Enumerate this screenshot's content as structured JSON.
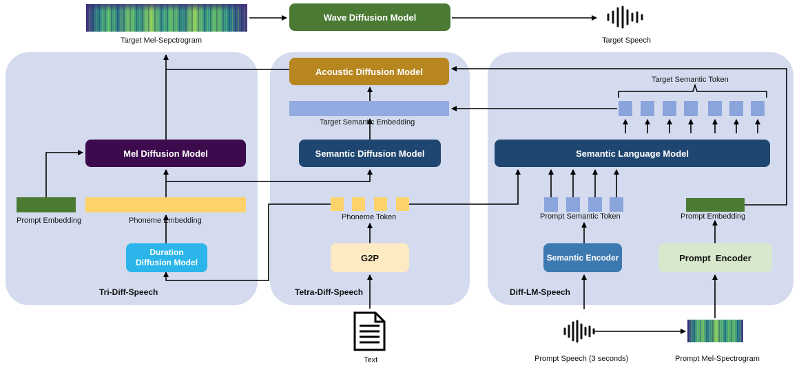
{
  "top": {
    "mel_label": "Target Mel-Sepctrogram",
    "wave_model": "Wave Diffusion Model",
    "speech_label": "Target Speech"
  },
  "tri": {
    "panel_label": "Tri-Diff-Speech",
    "mel_diffusion": "Mel Diffusion Model",
    "prompt_embedding": "Prompt Embedding",
    "phoneme_embedding": "Phoneme Embedding",
    "duration_diffusion": "Duration Diffusion Model"
  },
  "tetra": {
    "panel_label": "Tetra-Diff-Speech",
    "acoustic_diffusion": "Acoustic Diffusion Model",
    "target_semantic_embedding": "Target Semantic Embedding",
    "semantic_diffusion": "Semantic Diffusion Model",
    "phoneme_token": "Phoneme Token",
    "g2p": "G2P",
    "text_label": "Text"
  },
  "difflm": {
    "panel_label": "Diff-LM-Speech",
    "target_semantic_token": "Target Semantic Token",
    "semantic_lm": "Semantic Language Model",
    "prompt_semantic_token": "Prompt Semantic Token",
    "prompt_embedding": "Prompt Embedding",
    "semantic_encoder": "Semantic Encoder",
    "prompt_encoder": "Prompt  Encoder",
    "prompt_speech_label": "Prompt Speech (3 seconds)",
    "prompt_mel_label": "Prompt Mel-Spectrogram"
  },
  "colors": {
    "panel": "#d4dbee",
    "navy": "#1f4670",
    "green": "#4a7a33",
    "purple": "#3d0a4e",
    "gold": "#b8861f",
    "yellow": "#fcd36b",
    "cyan": "#2bb5ea",
    "cream": "#fdeac2",
    "mint": "#d8e8cc",
    "steel": "#3d79b1",
    "token": "#8aa4dc",
    "embed": "#92abe0"
  }
}
